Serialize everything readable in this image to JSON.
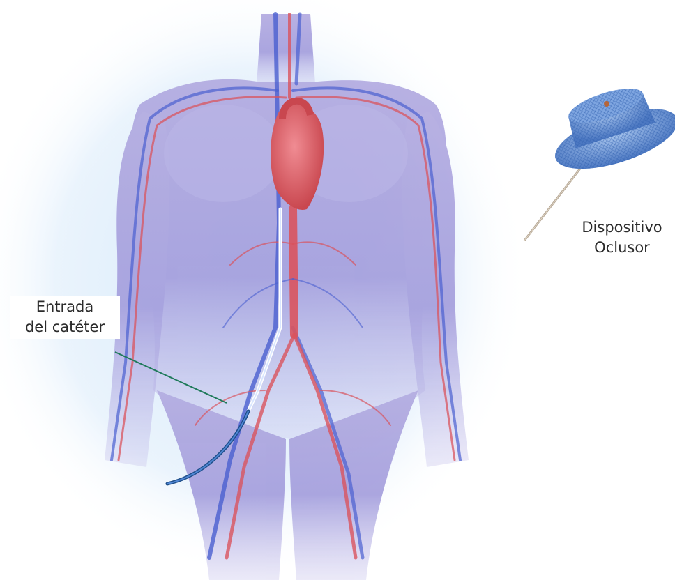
{
  "labels": {
    "catheter_entry": [
      "Entrada",
      "del catéter"
    ],
    "occluder_device": [
      "Dispositivo",
      "Oclusor"
    ]
  },
  "colors": {
    "body_fill": "#9d98d8",
    "body_glow": "#cfe7fb",
    "vein": "#4a5fd0",
    "artery": "#d9545e",
    "heart": "#e36b73",
    "catheter_inner": "#ffffff",
    "catheter_outer": "#1f4f8a",
    "leader_line": "#1f7a5a",
    "device_mesh": "#5b8fd8"
  },
  "icons": {
    "anatomy": "human-torso-circulatory-system-icon",
    "heart": "heart-icon",
    "device": "occluder-device-icon"
  }
}
